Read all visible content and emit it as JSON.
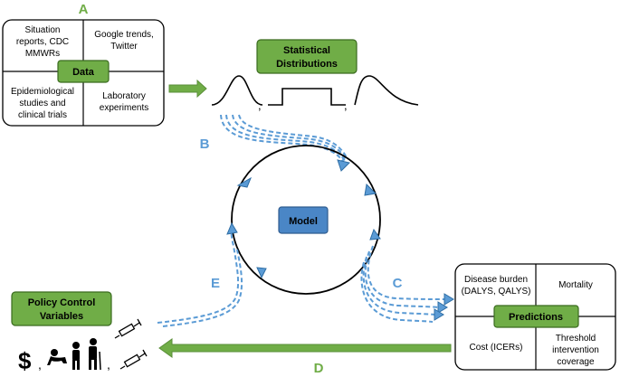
{
  "panel_letters": {
    "a": "A",
    "b": "B",
    "c": "C",
    "d": "D",
    "e": "E"
  },
  "data_box": {
    "title": "Data",
    "top_left": [
      "Situation",
      "reports, CDC",
      "MMWRs"
    ],
    "top_right": [
      "Google trends,",
      "Twitter"
    ],
    "bottom_left": [
      "Epidemiological",
      "studies and",
      "clinical trials"
    ],
    "bottom_right": [
      "Laboratory",
      "experiments"
    ]
  },
  "stat_dist": {
    "title": [
      "Statistical",
      "Distributions"
    ],
    "sep1": ",",
    "sep2": ","
  },
  "model": {
    "label": "Model"
  },
  "predictions_box": {
    "title": "Predictions",
    "top_left": [
      "Disease burden",
      "(DALYS, QALYS)"
    ],
    "top_right": [
      "Mortality"
    ],
    "bottom_left": [
      "Cost (ICERs)"
    ],
    "bottom_right": [
      "Threshold",
      "intervention",
      "coverage"
    ]
  },
  "policy": {
    "title": [
      "Policy Control",
      "Variables"
    ],
    "dollar": "$",
    "sep1": ",",
    "sep2": ","
  },
  "colors": {
    "green_fill": "#70ad47",
    "green_border": "#3a6b1f",
    "green_letter": "#70ad47",
    "blue_dash": "#5b9bd5",
    "blue_letter": "#5b9bd5",
    "model_fill": "#4a86c6",
    "model_border": "#2f5c8f"
  }
}
